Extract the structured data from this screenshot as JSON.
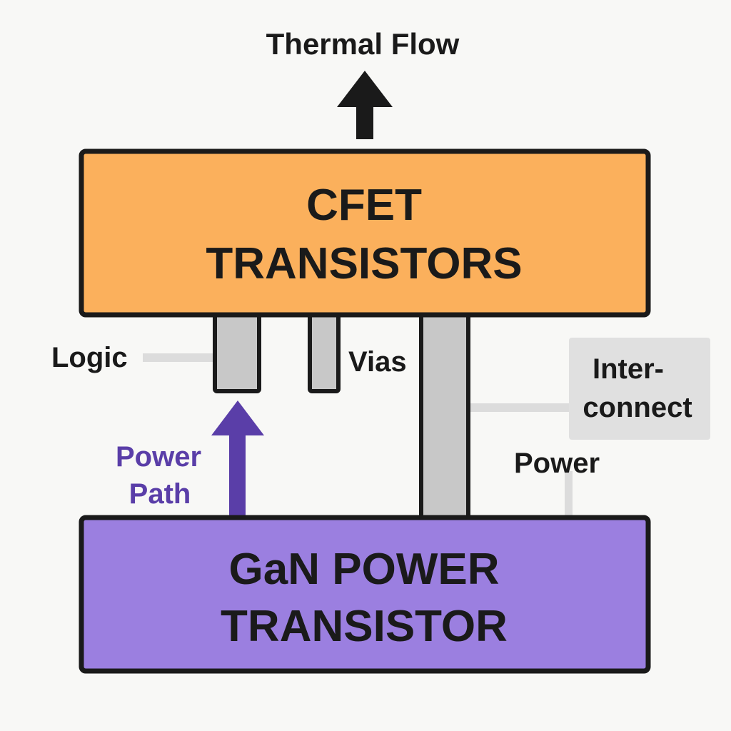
{
  "diagram": {
    "title": "Thermal Flow",
    "colors": {
      "background": "#f8f8f6",
      "outline": "#1a1a1a",
      "cfet_fill": "#fbb05c",
      "gan_fill": "#9b7fe0",
      "via_fill": "#c8c8c8",
      "connector_line": "#dcdcdc",
      "interconnect_box": "#e0e0e0",
      "power_path": "#5a3ea8"
    },
    "blocks": {
      "cfet": {
        "line1": "CFET",
        "line2": "TRANSISTORS"
      },
      "gan": {
        "line1": "GaN POWER",
        "line2": "TRANSISTOR"
      }
    },
    "labels": {
      "logic": "Logic",
      "vias": "Vias",
      "interconnect_line1": "Inter-",
      "interconnect_line2": "connect",
      "power": "Power",
      "power_path_line1": "Power",
      "power_path_line2": "Path"
    },
    "icons": {
      "thermal_arrow": "arrow-up",
      "power_path_arrow": "arrow-up"
    }
  }
}
